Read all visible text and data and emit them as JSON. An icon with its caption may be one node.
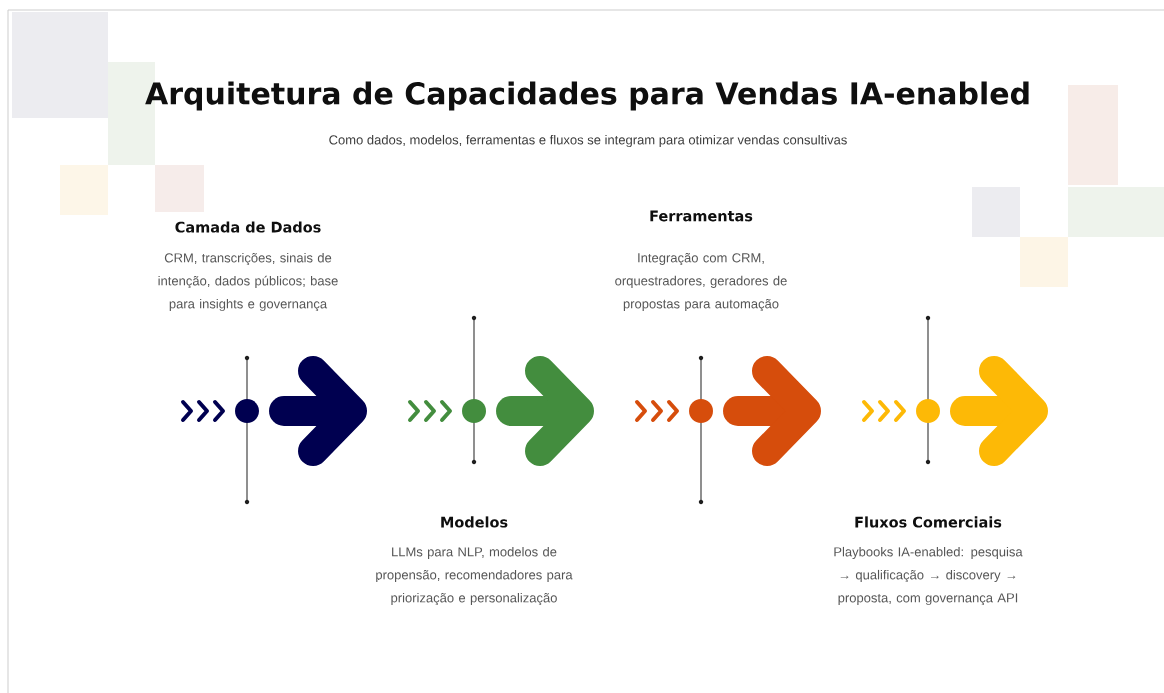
{
  "diagram": {
    "title": "Arquitetura de Capacidades para Vendas IA-enabled",
    "labels": [
      "Como dados, modelos, ferramentas e fluxos se integram para otimizar vendas consultivas",
      "Camada de Dados",
      "CRM, transcrições, sinais de intenção, dados públicos; base para insights e governança",
      "Ferramentas",
      "Integração com CRM, orquestradores, geradores de propostas para automação",
      "Modelos",
      "LLMs para NLP, modelos de propensão, recomendadores para priorização e personalização",
      "Fluxos Comerciais",
      "Playbooks IA-enabled: pesquisa → qualificação → discovery → proposta, com governança API"
    ]
  }
}
